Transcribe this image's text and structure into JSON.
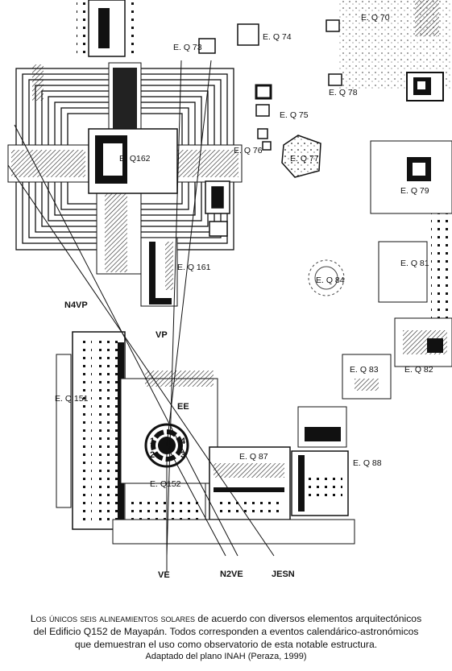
{
  "map": {
    "labels": {
      "q70": "E. Q 70",
      "q73": "E. Q 73",
      "q74": "E. Q 74",
      "q78": "E. Q 78",
      "q75": "E. Q 75",
      "q76": "E. Q 76",
      "q77": "E. Q 77",
      "q162": "E. Q162",
      "q79": "E. Q 79",
      "q81": "E. Q 81",
      "q161": "E. Q 161",
      "q84": "E. Q 84",
      "n4vp": "N4VP",
      "vp": "VP",
      "q83": "E. Q 83",
      "q82": "E. Q 82",
      "q151": "E. Q 151",
      "ee": "EE",
      "q87": "E. Q 87",
      "q88": "E. Q 88",
      "q152": "E. Q152",
      "ve": "VE",
      "n2ve": "N2VE",
      "jesn": "JESN",
      "n1": "1",
      "n2": "2",
      "n3": "3",
      "n4": "4"
    }
  },
  "caption": {
    "line1_smallcaps": "Los únicos seis alineamientos solares",
    "line1_rest": " de acuerdo con diversos elementos arquitectónicos",
    "line2": "del Edificio Q152 de Mayapán. Todos corresponden a eventos calendárico-astronómicos",
    "line3": "que demuestran el uso como observatorio de esta notable estructura.",
    "source": "Adaptado del plano INAH (Peraza, 1999)"
  }
}
